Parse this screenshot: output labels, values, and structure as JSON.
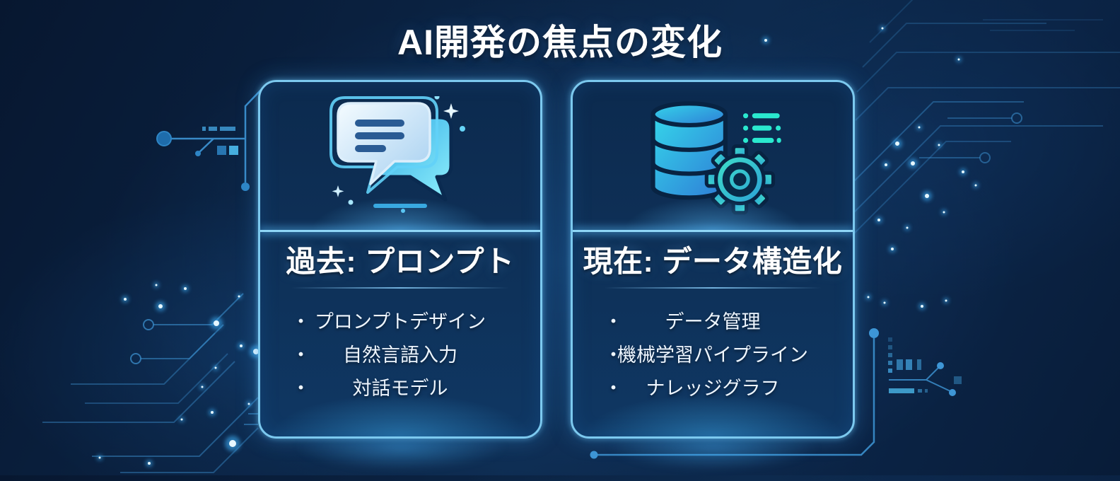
{
  "title": "AI開発の焦点の変化",
  "colors": {
    "background_navy": "#0a2140",
    "card_border": "#7cc9ef",
    "glow_cyan": "#4db8ff",
    "text_white": "#ffffff",
    "icon_teal": "#2ae9cf",
    "icon_blue_gradient_start": "#35d6ea",
    "icon_blue_gradient_end": "#2e7cd6"
  },
  "cards": [
    {
      "id": "past",
      "icon": "chat-bubbles-icon",
      "header": "過去: プロンプト",
      "bullet": "・",
      "items": [
        "プロンプトデザイン",
        "自然言語入力",
        "対話モデル"
      ]
    },
    {
      "id": "present",
      "icon": "database-gear-icon",
      "header": "現在: データ構造化",
      "bullet": "・",
      "items": [
        "データ管理",
        "機械学習パイプライン",
        "ナレッジグラフ"
      ]
    }
  ]
}
